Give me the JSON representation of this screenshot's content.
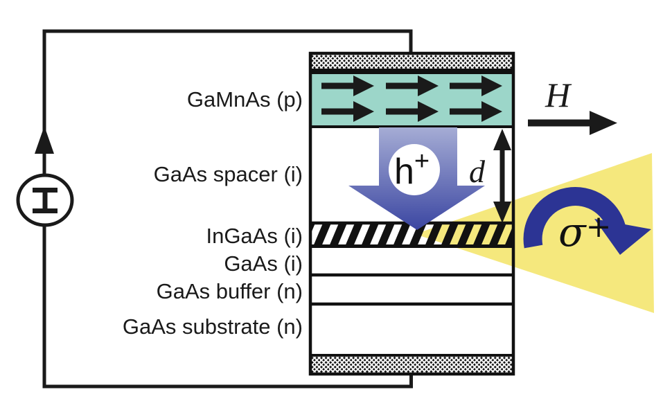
{
  "figure": {
    "description": "Spin-LED heterostructure schematic with current source circuit, magnetized GaMnAs layer, hole injection and circularly polarized light emission"
  },
  "layer_labels": [
    {
      "text": "GaMnAs (p)"
    },
    {
      "text": "GaAs spacer (i)"
    },
    {
      "text": "InGaAs (i)"
    },
    {
      "text": "GaAs (i)"
    },
    {
      "text": "GaAs buffer (n)"
    },
    {
      "text": "GaAs substrate (n)"
    }
  ],
  "annotations": {
    "magnetic_field": "H",
    "spacer_thickness": "d",
    "hole_symbol": "h",
    "hole_charge": "+",
    "photon_symbol": "σ",
    "photon_polarization": "+"
  },
  "icons": {
    "current_source_symbol": "I",
    "wire_arrow": "up-arrow",
    "magnetization_arrows": "right-arrows",
    "field_arrow": "right-arrow",
    "hole_flow_arrow": "down-arrow",
    "thickness_arrow": "double-headed-vertical-arrow",
    "emission_arrow": "curved-right-arrow"
  },
  "colors": {
    "gamnas_layer": "#9cd6c9",
    "light_cone": "#f5e87d",
    "hole_arrow_top": "#a6add5",
    "hole_arrow_bottom": "#3a45a1",
    "photon_arrow": "#2c3494",
    "ink": "#1a1a1a"
  }
}
